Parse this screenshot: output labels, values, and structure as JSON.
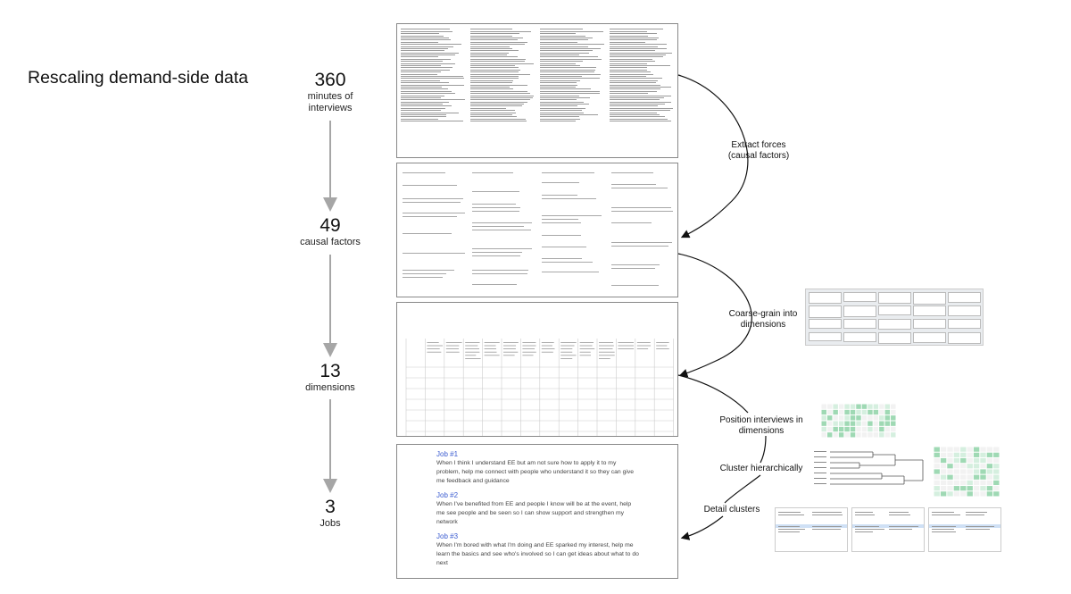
{
  "title": "Rescaling demand-side data",
  "stages": [
    {
      "number": "360",
      "caption_line1": "minutes of",
      "caption_line2": "interviews"
    },
    {
      "number": "49",
      "caption_line1": "causal factors",
      "caption_line2": ""
    },
    {
      "number": "13",
      "caption_line1": "dimensions",
      "caption_line2": ""
    },
    {
      "number": "3",
      "caption_line1": "Jobs",
      "caption_line2": ""
    }
  ],
  "steps": [
    {
      "line1": "Extract forces",
      "line2": "(causal factors)"
    },
    {
      "line1": "Coarse-grain into",
      "line2": "dimensions"
    },
    {
      "line1": "Position interviews in",
      "line2": "dimensions"
    },
    {
      "line1": "Cluster hierarchically",
      "line2": ""
    },
    {
      "line1": "Detail clusters",
      "line2": ""
    }
  ],
  "jobs": [
    {
      "title": "Job #1",
      "description": "When I think I understand EE but am not sure how to apply it to my problem, help me connect with people who understand it so they can give me feedback and guidance"
    },
    {
      "title": "Job #2",
      "description": "When I've benefited from EE and people I know will be at the event, help me see people and be seen so I can show support and strengthen my network"
    },
    {
      "title": "Job #3",
      "description": "When I'm bored with what I'm doing and EE sparked my interest, help me learn the basics and see who's involved so I can get ideas about what to do next"
    }
  ],
  "colors": {
    "arrow_gray": "#a6a6a6",
    "job_title": "#3a5bd0",
    "cluster_green": "#9fd9b4"
  }
}
